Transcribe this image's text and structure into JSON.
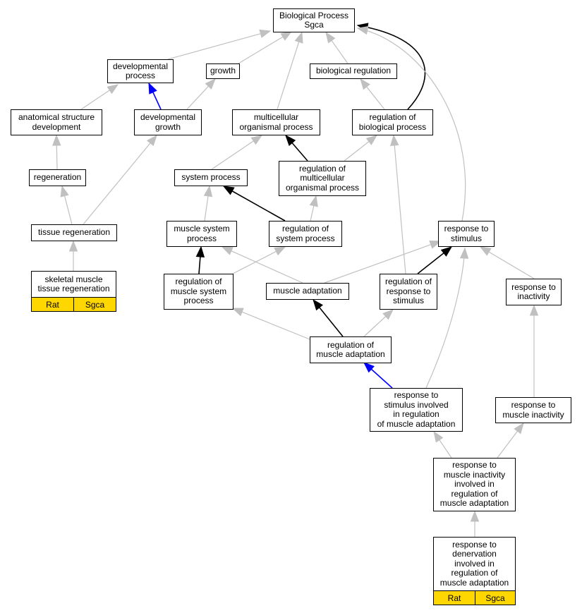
{
  "colors": {
    "gray_edge": "#c0c0c0",
    "black_edge": "#000000",
    "blue_edge": "#0000ff",
    "tag_fill": "#ffd700"
  },
  "nodes": {
    "bp": "Biological Process\nSgca",
    "dev_proc": "developmental\nprocess",
    "growth": "growth",
    "bio_reg": "biological regulation",
    "anat": "anatomical structure\ndevelopment",
    "dev_growth": "developmental\ngrowth",
    "multi": "multicellular\norganismal process",
    "reg_bp": "regulation of\nbiological process",
    "regeneration": "regeneration",
    "system_proc": "system process",
    "reg_multi": "regulation of\nmulticellular\norganismal process",
    "tissue_regen": "tissue regeneration",
    "muscle_sys": "muscle system\nprocess",
    "reg_sys": "regulation of\nsystem process",
    "resp_stim": "response to\nstimulus",
    "skeletal": "skeletal muscle\ntissue regeneration",
    "reg_muscle_sys": "regulation of\nmuscle system\nprocess",
    "muscle_adapt": "muscle adaptation",
    "reg_resp_stim": "regulation of\nresponse to\nstimulus",
    "resp_inact": "response to\ninactivity",
    "reg_muscle_adapt": "regulation of\nmuscle adaptation",
    "resp_stim_inv": "response to\nstimulus involved\nin regulation\nof muscle adaptation",
    "resp_muscle_inact": "response to\nmuscle inactivity",
    "resp_muscle_inact_inv": "response to\nmuscle inactivity\ninvolved in\nregulation of\nmuscle adaptation",
    "resp_denerv": "response to\ndenervation\ninvolved in\nregulation of\nmuscle adaptation"
  },
  "tags": {
    "skeletal": [
      "Rat",
      "Sgca"
    ],
    "resp_denerv": [
      "Rat",
      "Sgca"
    ]
  }
}
